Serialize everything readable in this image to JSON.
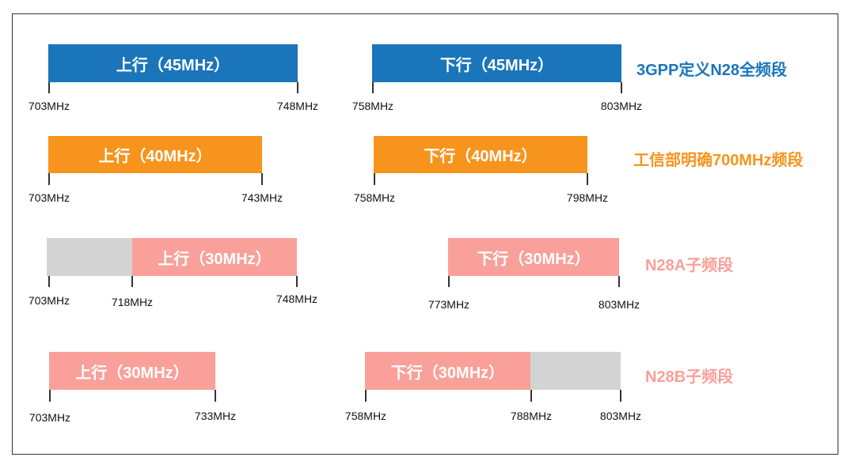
{
  "colors": {
    "full": "#1b75bb",
    "miit": "#f7941d",
    "sub": "#f9a09a",
    "unused": "#d3d3d3"
  },
  "rows": [
    {
      "title": "3GPP定义N28全频段",
      "color": "full",
      "uplink": {
        "label": "上行（45MHz）",
        "start": "703MHz",
        "end": "748MHz"
      },
      "downlink": {
        "label": "下行（45MHz）",
        "start": "758MHz",
        "end": "803MHz"
      }
    },
    {
      "title": "工信部明确700MHz频段",
      "color": "miit",
      "uplink": {
        "label": "上行（40MHz）",
        "start": "703MHz",
        "end": "743MHz"
      },
      "downlink": {
        "label": "下行（40MHz）",
        "start": "758MHz",
        "end": "798MHz"
      }
    },
    {
      "title": "N28A子频段",
      "color": "sub",
      "uplink": {
        "label": "上行（30MHz）",
        "band_start": "703MHz",
        "start": "718MHz",
        "end": "748MHz"
      },
      "downlink": {
        "label": "下行（30MHz）",
        "start": "773MHz",
        "end": "803MHz"
      }
    },
    {
      "title": "N28B子频段",
      "color": "sub",
      "uplink": {
        "label": "上行（30MHz）",
        "start": "703MHz",
        "end": "733MHz"
      },
      "downlink": {
        "label": "下行（30MHz）",
        "start": "758MHz",
        "end": "788MHz",
        "band_end": "803MHz"
      }
    }
  ]
}
